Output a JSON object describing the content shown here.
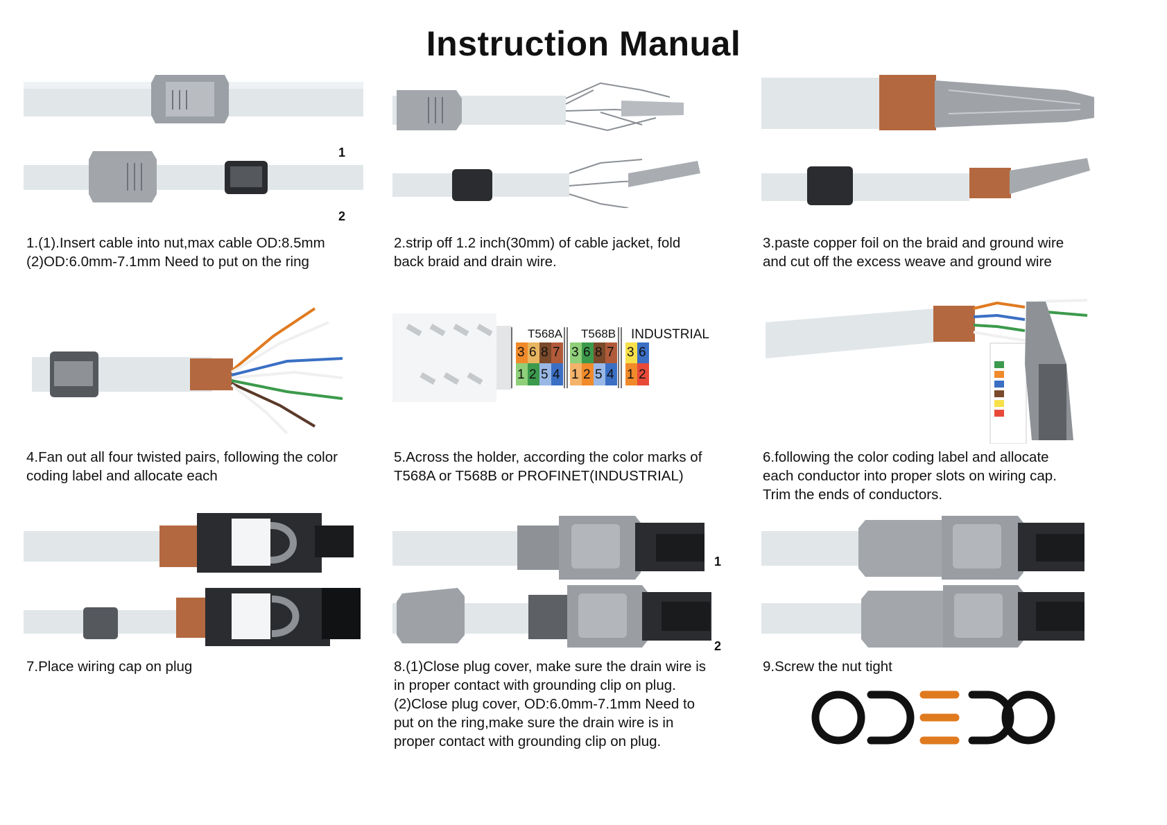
{
  "title": "Instruction Manual",
  "steps": [
    {
      "lines": [
        "1.(1).Insert cable into nut,max cable OD:8.5mm",
        "(2)OD:6.0mm-7.1mm Need to put on the ring"
      ],
      "markers": [
        "1",
        "2"
      ]
    },
    {
      "lines": [
        "2.strip off 1.2 inch(30mm) of cable jacket, fold",
        "back braid and drain wire."
      ]
    },
    {
      "lines": [
        "3.paste copper foil on the braid and ground wire",
        "and cut off the excess weave and ground wire"
      ]
    },
    {
      "lines": [
        "4.Fan out all four twisted pairs, following the color",
        "coding label and allocate each"
      ]
    },
    {
      "lines": [
        "5.Across the holder, according the color marks of",
        "T568A or T568B or PROFINET(INDUSTRIAL)"
      ],
      "label": {
        "t568a": "T568A",
        "t568b": "T568B",
        "industrial": "INDUSTRIAL",
        "a_top": [
          "3",
          "6",
          "8",
          "7"
        ],
        "a_bot": [
          "1",
          "2",
          "5",
          "4"
        ],
        "b_top": [
          "3",
          "6",
          "8",
          "7"
        ],
        "b_bot": [
          "1",
          "2",
          "5",
          "4"
        ],
        "i_top": [
          "3",
          "6"
        ],
        "i_bot": [
          "1",
          "2"
        ]
      }
    },
    {
      "lines": [
        "6.following the color coding label and allocate",
        "each conductor into proper slots on wiring cap.",
        "Trim the ends of conductors."
      ]
    },
    {
      "lines": [
        "7.Place wiring cap on plug"
      ]
    },
    {
      "lines": [
        "8.(1)Close plug cover, make sure the drain wire is",
        "in proper contact with grounding clip on plug.",
        "(2)Close plug cover, OD:6.0mm-7.1mm Need to",
        "put on the ring,make sure the drain wire is in",
        "proper contact with grounding clip on plug."
      ],
      "markers": [
        "1",
        "2"
      ]
    },
    {
      "lines": [
        "9.Screw the nut tight"
      ]
    }
  ],
  "logo": {
    "text": "ODEDO",
    "accent": "#e07a1f",
    "color": "#111111"
  },
  "colors": {
    "cable": "#e4e9ec",
    "copper": "#b4683f",
    "metal": "#9a9ea3",
    "dark_metal": "#2a2c2f"
  }
}
